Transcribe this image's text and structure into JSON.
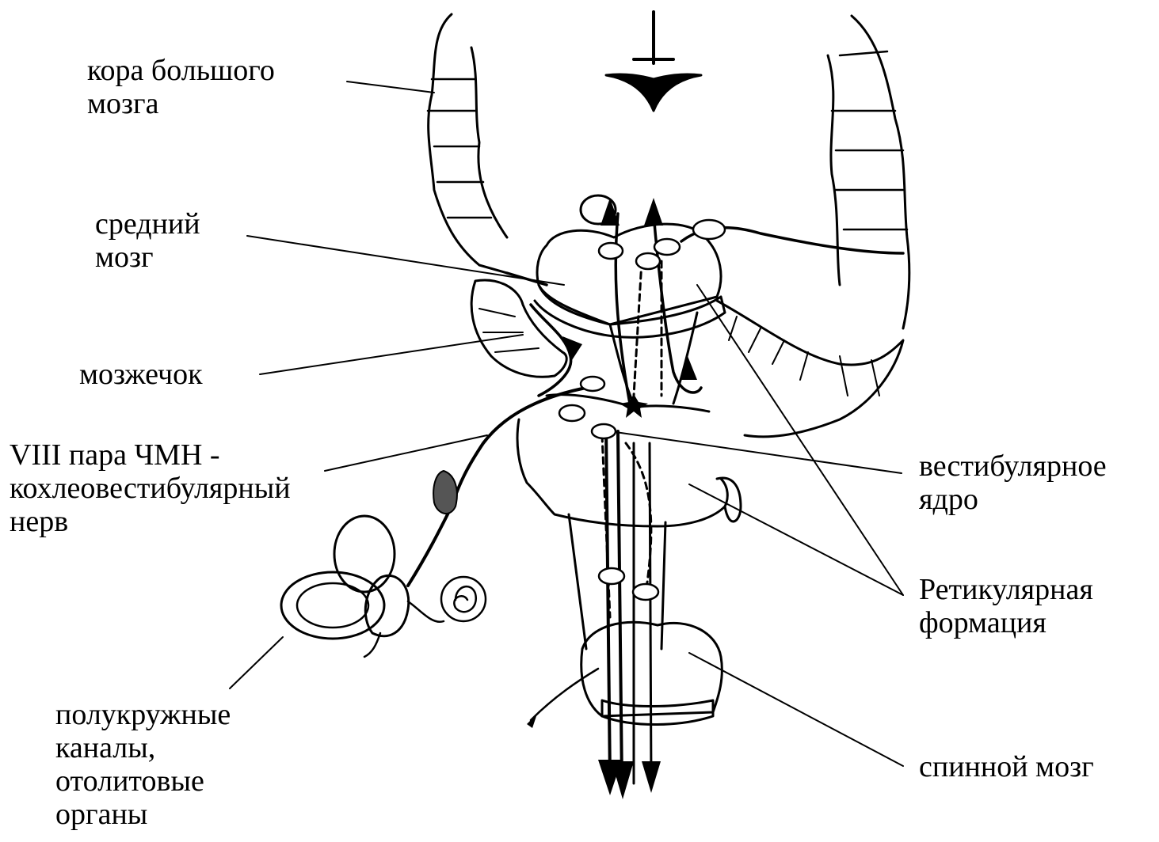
{
  "labels": {
    "cortex": {
      "line1": "кора большого",
      "line2": "мозга"
    },
    "midbrain": {
      "line1": "средний",
      "line2": "мозг"
    },
    "cerebellum": {
      "line1": "мозжечок"
    },
    "nerve": {
      "line1": "VIII пара ЧМН -",
      "line2": "кохлеовестибулярный",
      "line3": "нерв"
    },
    "canals": {
      "line1": "полукружные",
      "line2": "каналы,",
      "line3": "отолитовые",
      "line4": "органы"
    },
    "vestibular_nucleus": {
      "line1": "вестибулярное",
      "line2": "ядро"
    },
    "reticular": {
      "line1": "Ретикулярная",
      "line2": "формация"
    },
    "spinal_cord": {
      "line1": "спинной мозг"
    }
  },
  "colors": {
    "ink": "#000000",
    "background": "#ffffff"
  }
}
